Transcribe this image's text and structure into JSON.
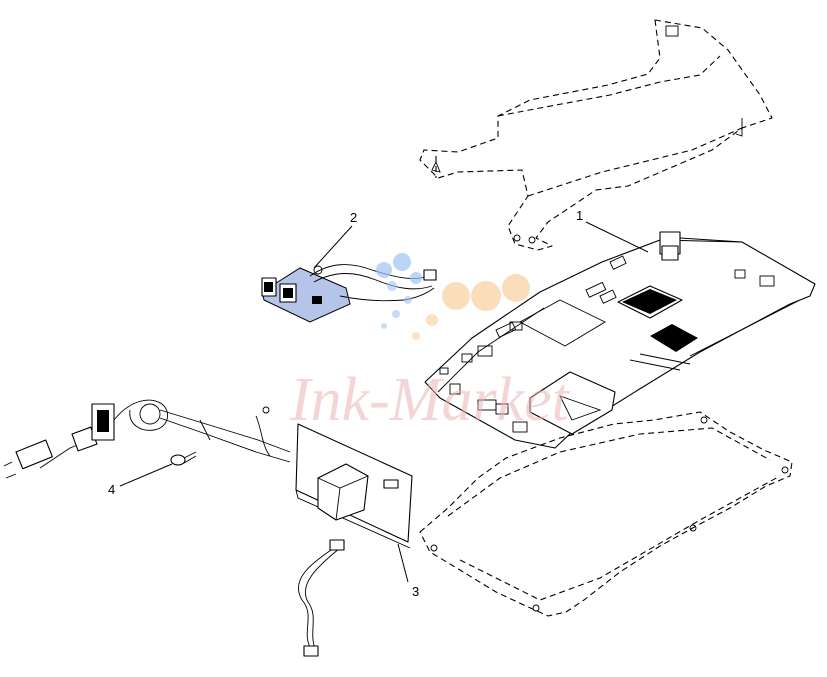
{
  "callouts": [
    {
      "label": "1",
      "part": "main-board"
    },
    {
      "label": "2",
      "part": "interface-board"
    },
    {
      "label": "3",
      "part": "power-supply-board"
    },
    {
      "label": "4",
      "part": "screw"
    }
  ],
  "watermark": {
    "text": "Ink-Market",
    "color": "#e9b3b3",
    "dots_colors": [
      "#9ec3f2",
      "#f8cf9e"
    ]
  },
  "colors": {
    "line": "#000000",
    "highlight_blue": "#5b7fd1"
  }
}
